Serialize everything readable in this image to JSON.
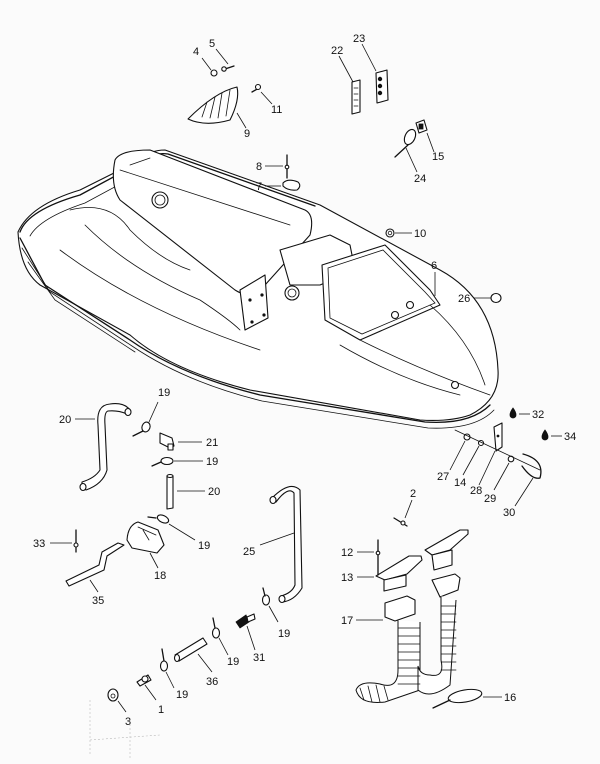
{
  "diagram": {
    "title": "Hull and related parts exploded view",
    "callouts": {
      "c1": "1",
      "c2": "2",
      "c3": "3",
      "c4": "4",
      "c5": "5",
      "c6": "6",
      "c7": "7",
      "c8": "8",
      "c9": "9",
      "c10": "10",
      "c11": "11",
      "c12": "12",
      "c13": "13",
      "c14": "14",
      "c15": "15",
      "c16": "16",
      "c17": "17",
      "c18": "18",
      "c19a": "19",
      "c19b": "19",
      "c19c": "19",
      "c19d": "19",
      "c19e": "19",
      "c19f": "19",
      "c20a": "20",
      "c20b": "20",
      "c21": "21",
      "c22": "22",
      "c23": "23",
      "c24": "24",
      "c25": "25",
      "c26": "26",
      "c27": "27",
      "c28": "28",
      "c29": "29",
      "c30": "30",
      "c31": "31",
      "c32": "32",
      "c33": "33",
      "c34": "34",
      "c35": "35",
      "c36": "36"
    }
  }
}
